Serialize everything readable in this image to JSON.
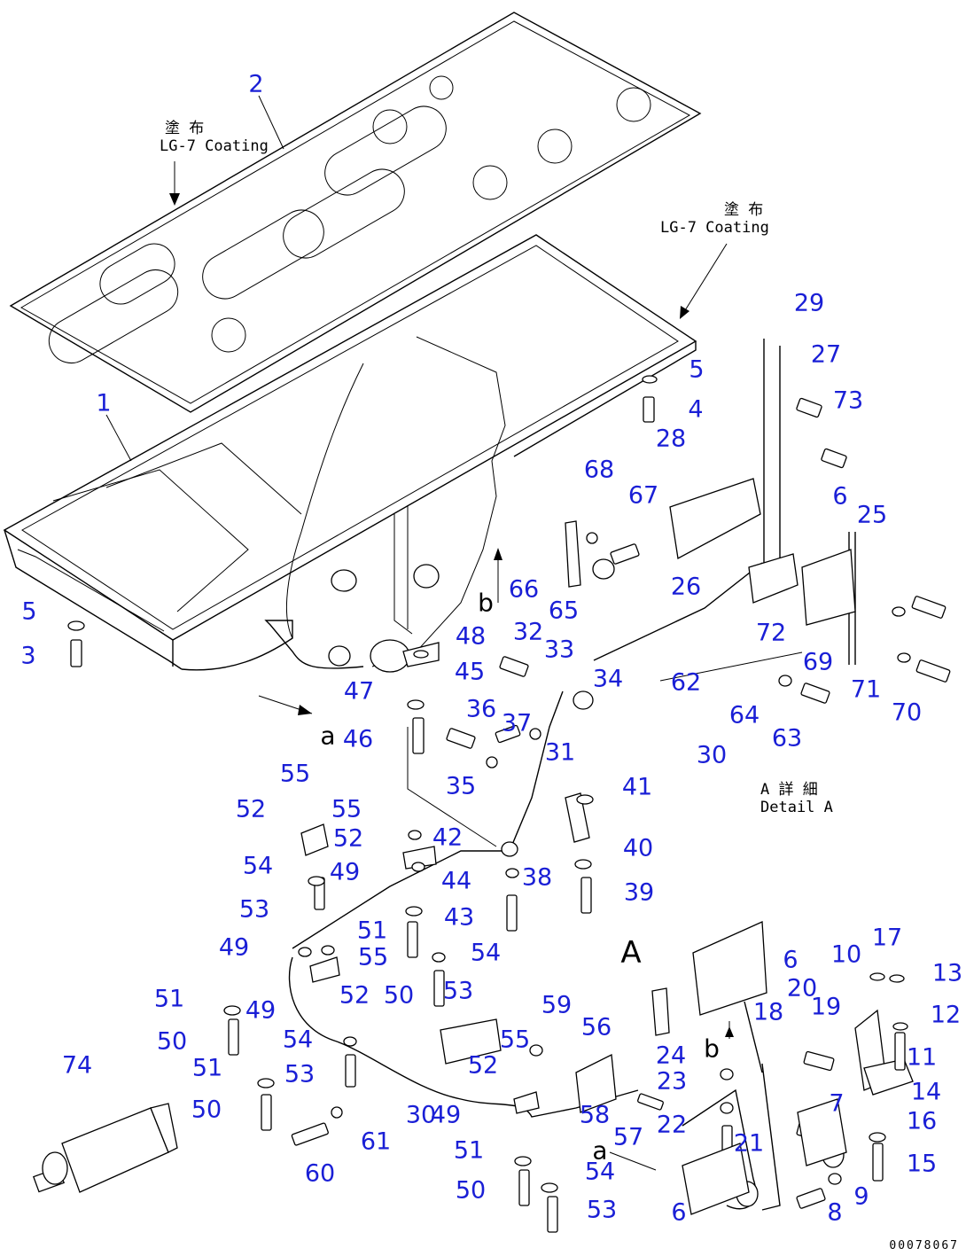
{
  "diagram": {
    "callouts": [
      "1",
      "2",
      "3",
      "4",
      "5",
      "5",
      "6",
      "6",
      "6",
      "7",
      "8",
      "9",
      "10",
      "11",
      "12",
      "13",
      "14",
      "15",
      "16",
      "17",
      "18",
      "19",
      "20",
      "21",
      "22",
      "23",
      "24",
      "25",
      "26",
      "27",
      "28",
      "29",
      "30",
      "30",
      "31",
      "32",
      "33",
      "34",
      "35",
      "36",
      "37",
      "38",
      "39",
      "40",
      "41",
      "42",
      "43",
      "44",
      "45",
      "46",
      "47",
      "48",
      "49",
      "49",
      "49",
      "49",
      "50",
      "50",
      "50",
      "50",
      "51",
      "51",
      "51",
      "51",
      "52",
      "52",
      "52",
      "52",
      "53",
      "53",
      "53",
      "53",
      "54",
      "54",
      "54",
      "54",
      "55",
      "55",
      "55",
      "55",
      "56",
      "57",
      "58",
      "59",
      "60",
      "61",
      "62",
      "63",
      "64",
      "65",
      "66",
      "67",
      "68",
      "69",
      "70",
      "71",
      "72",
      "73",
      "74"
    ],
    "notes": {
      "coating_left_jp": "塗 布",
      "coating_left_en": "LG-7 Coating",
      "coating_right_jp": "塗 布",
      "coating_right_en": "LG-7 Coating",
      "detail_jp": "A 詳 細",
      "detail_en": "Detail A"
    },
    "view_letters": [
      "A",
      "a",
      "a",
      "b",
      "b"
    ],
    "drawing_code": "00078067"
  }
}
